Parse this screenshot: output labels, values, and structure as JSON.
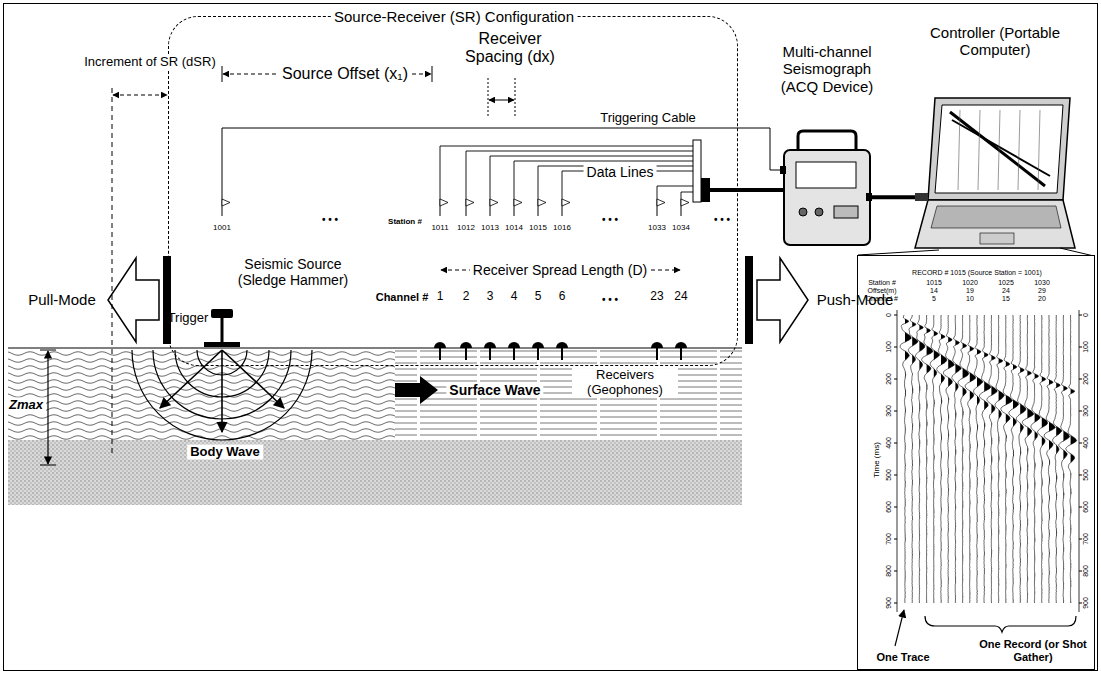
{
  "diagram": {
    "nodes": [
      {
        "text": [
          "Source-Receiver (SR) Configuration"
        ]
      },
      {
        "text": [
          "Multi-channel Seismograph (ACQ Device)"
        ]
      },
      {
        "text": [
          "Controller (Portable Computer)"
        ]
      },
      {
        "text": [
          "RECORD # 1015 (Source Station = 1001)",
          "One Trace",
          "One Record (or Shot Gather)"
        ]
      }
    ],
    "edges": [
      {
        "from": 0,
        "to": 1,
        "arrow": "none"
      },
      {
        "from": 1,
        "to": 2,
        "arrow": "none"
      },
      {
        "from": 2,
        "to": 3,
        "arrow": "none"
      }
    ],
    "labels": [
      "Source Offset (x₁)",
      "Receiver Spacing (dx)",
      "Increment of SR (dSR)",
      "Triggering Cable",
      "Data Lines",
      "Pull-Mode",
      "Push-Mode",
      "1001",
      "• • •",
      "Station #",
      "1011",
      "1012",
      "1013",
      "1014",
      "1015",
      "1016",
      "• • •",
      "1033",
      "1034",
      "• • •",
      "Seismic Source (Sledge Hammer)",
      "Trigger",
      "Channel #",
      "Receiver Spread Length (D)",
      "1",
      "2",
      "3",
      "4",
      "5",
      "6",
      "• • •",
      "23",
      "24",
      "Receivers (Geophones)",
      "Surface Wave",
      "Body Wave",
      "Zmax",
      "Station #",
      "1015",
      "1020",
      "1025",
      "1030",
      "Offset(m)",
      "14",
      "19",
      "24",
      "29",
      "Channel #",
      "5",
      "10",
      "15",
      "20",
      "Time (ms)",
      "0",
      "100",
      "200",
      "300",
      "400",
      "500",
      "600",
      "700",
      "800",
      "900",
      "0",
      "100",
      "200",
      "300",
      "400",
      "500",
      "600",
      "700",
      "800",
      "900"
    ]
  }
}
